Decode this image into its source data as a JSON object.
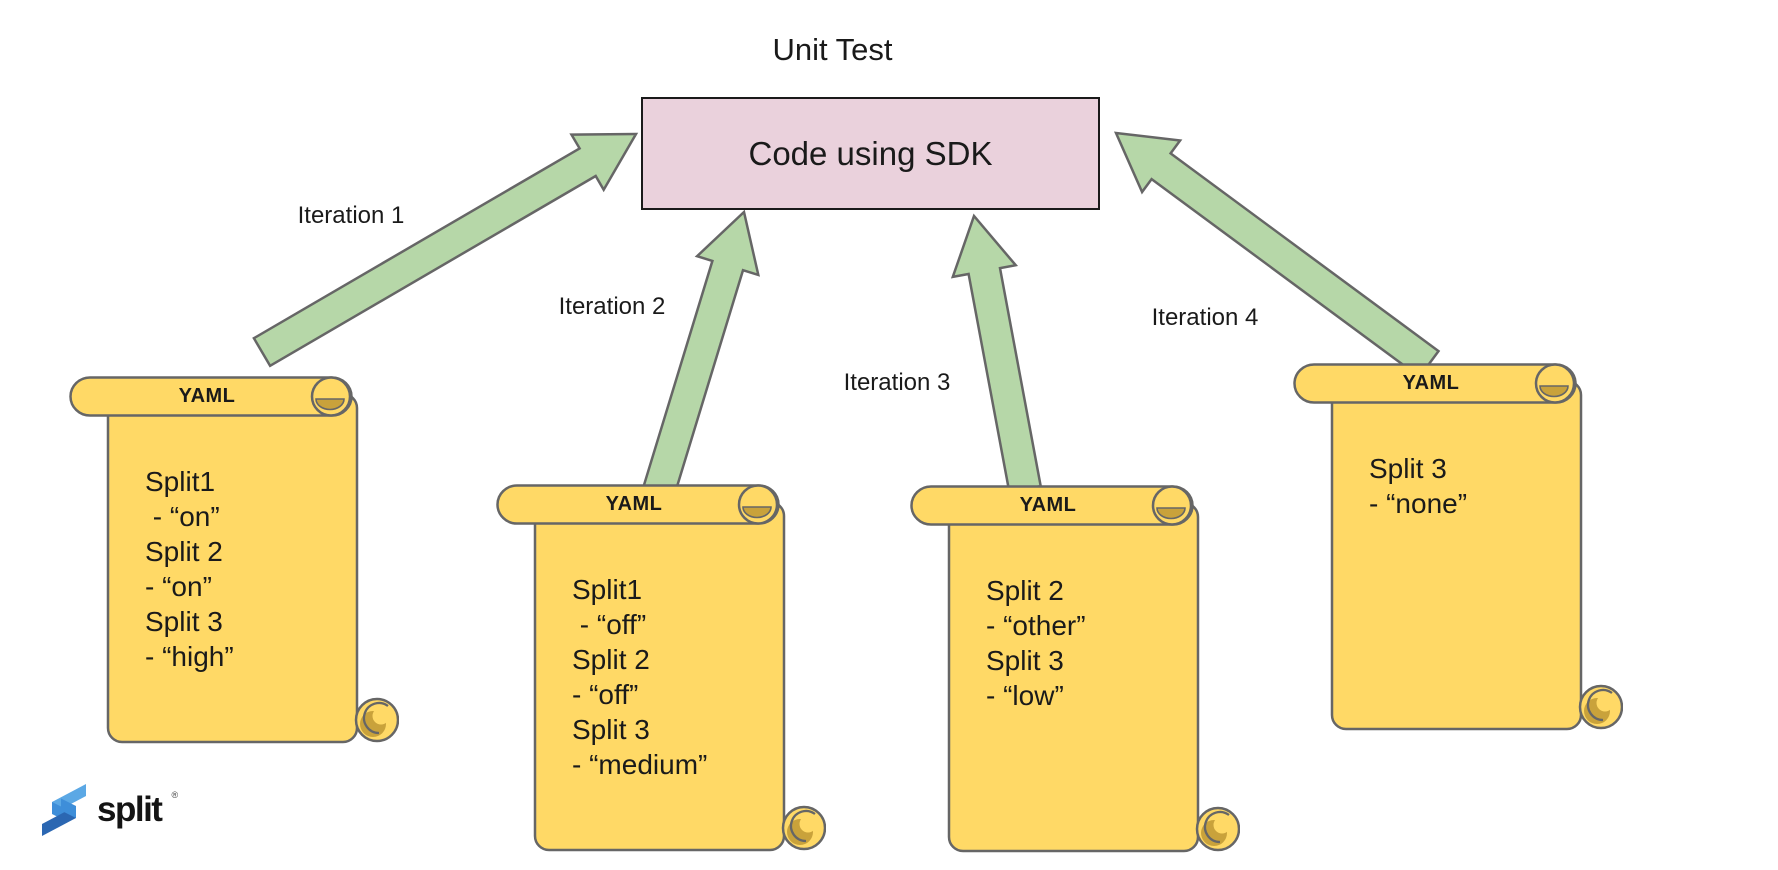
{
  "title": "Unit Test",
  "sdk_box": {
    "label": "Code using SDK"
  },
  "iterations": [
    {
      "label": "Iteration 1"
    },
    {
      "label": "Iteration 2"
    },
    {
      "label": "Iteration 3"
    },
    {
      "label": "Iteration 4"
    }
  ],
  "scrolls": [
    {
      "header": "YAML",
      "lines": [
        "Split1",
        " - “on”",
        "Split 2",
        "- “on”",
        "Split 3",
        "- “high”"
      ]
    },
    {
      "header": "YAML",
      "lines": [
        "Split1",
        " - “off”",
        "Split 2",
        "- “off”",
        "Split 3",
        "- “medium”"
      ]
    },
    {
      "header": "YAML",
      "lines": [
        "Split 2",
        "- “other”",
        "Split 3",
        "- “low”"
      ]
    },
    {
      "header": "YAML",
      "lines": [
        "Split 3",
        "- “none”"
      ]
    }
  ],
  "logo": {
    "brand": "split",
    "registered_mark": "®",
    "icon": "split-logo-icon"
  },
  "colors": {
    "scroll_fill": "#FFD966",
    "scroll_fold": "#C9A23B",
    "scroll_stroke": "#666666",
    "arrow_fill": "#B6D7A8",
    "arrow_stroke": "#666666",
    "sdk_box_fill": "#EAD1DC",
    "sdk_box_border": "#1A1A1A",
    "text": "#111111",
    "logo_blue_light": "#5BA8E5",
    "logo_blue_mid": "#3E8ED9",
    "logo_blue_dark": "#2B67B2"
  }
}
